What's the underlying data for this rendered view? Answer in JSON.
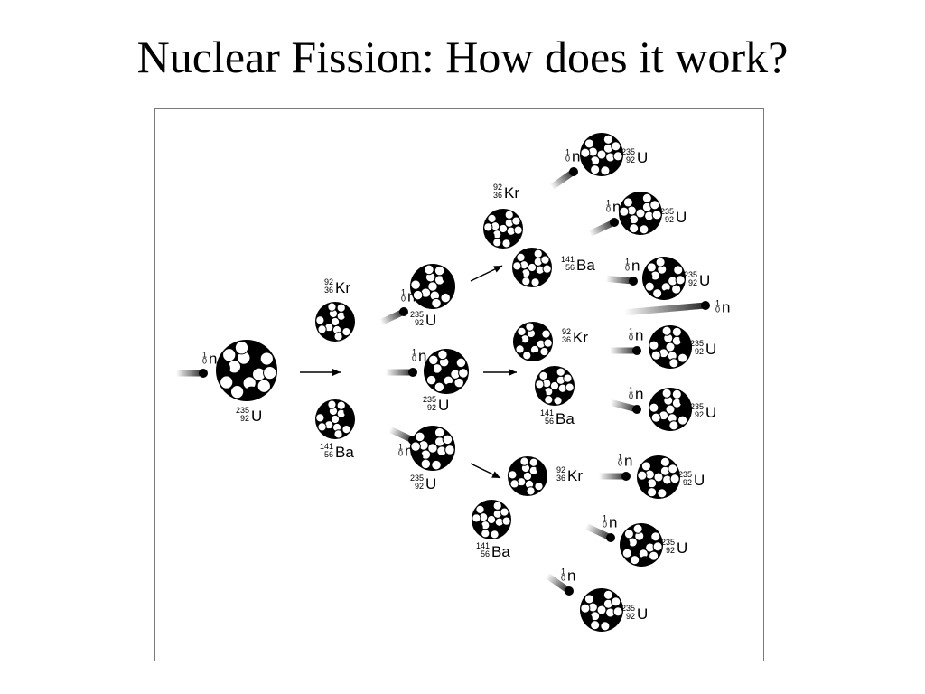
{
  "slide": {
    "title": "Nuclear Fission: How does it work?"
  },
  "labels": {
    "neutron": {
      "symbol": "n",
      "mass": "1",
      "atomic": "0"
    },
    "uranium": {
      "symbol": "U",
      "mass": "235",
      "atomic": "92"
    },
    "krypton": {
      "symbol": "Kr",
      "mass": "92",
      "atomic": "36"
    },
    "barium": {
      "symbol": "Ba",
      "mass": "141",
      "atomic": "56"
    }
  },
  "colors": {
    "ink": "#000000",
    "background": "#ffffff",
    "frame": "#7a7a7a"
  }
}
